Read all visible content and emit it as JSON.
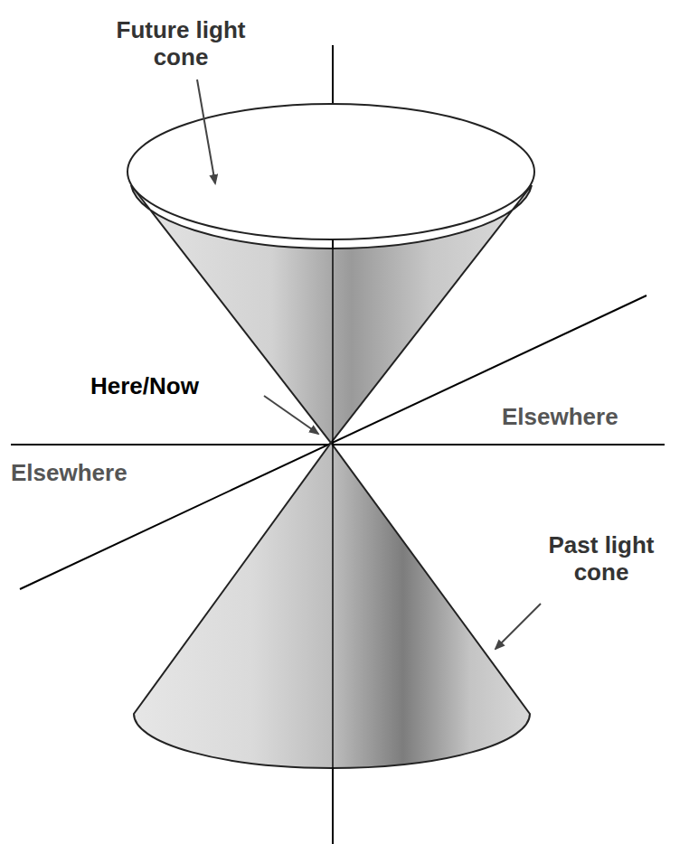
{
  "diagram": {
    "labels": [
      "Future light cone",
      "Here/Now",
      "Elsewhere",
      "Elsewhere",
      "Past light cone"
    ]
  }
}
